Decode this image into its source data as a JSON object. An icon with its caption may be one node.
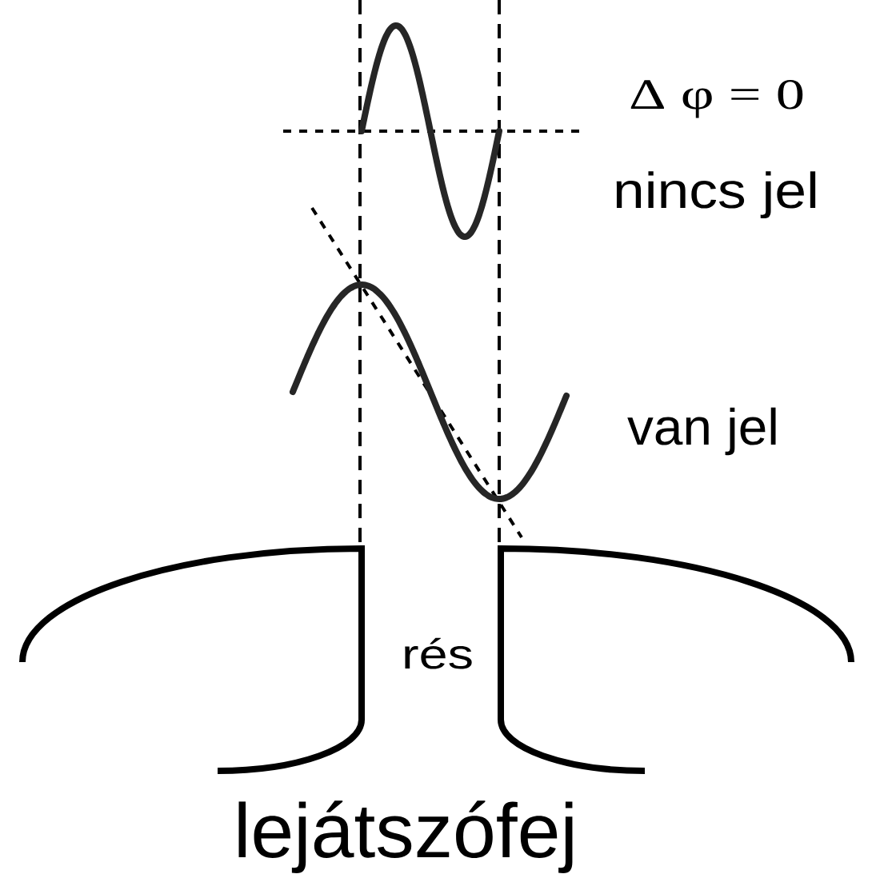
{
  "diagram": {
    "labels": [
      "Δ φ = 0",
      "nincs jel",
      "van jel",
      "rés",
      "lejátszófej"
    ]
  }
}
